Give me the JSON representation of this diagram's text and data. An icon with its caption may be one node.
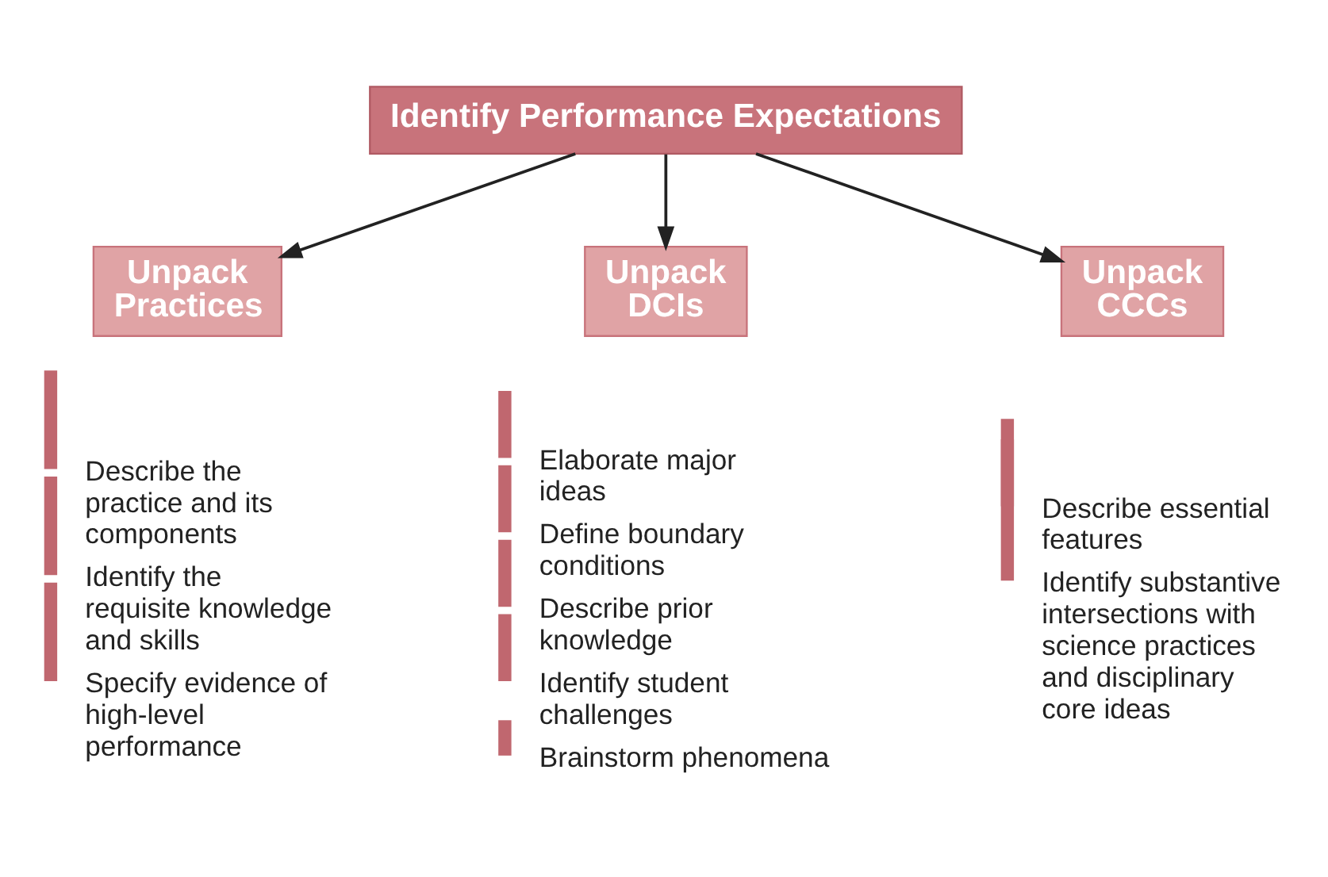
{
  "diagram": {
    "nodes": [
      {
        "text": [
          "Identify Performance Expectations"
        ]
      },
      {
        "text": [
          "Unpack Practices"
        ],
        "beside": [
          "Describe the practice and its components",
          "Identify the requisite knowledge and skills",
          "Specify evidence of high-level performance"
        ]
      },
      {
        "text": [
          "Unpack DCIs"
        ],
        "beside": [
          "Elaborate major ideas",
          "Define boundary conditions",
          "Describe prior knowledge",
          "Identify student challenges",
          "Brainstorm phenomena"
        ]
      },
      {
        "text": [
          "Unpack CCCs"
        ],
        "beside": [
          "Describe essential features",
          "Identify substantive intersections with science practices and disciplinary core ideas"
        ]
      }
    ],
    "edges": [
      {
        "from": 0,
        "to": 1,
        "arrow": "to"
      },
      {
        "from": 0,
        "to": 2,
        "arrow": "to"
      },
      {
        "from": 0,
        "to": 3,
        "arrow": "to"
      }
    ]
  }
}
